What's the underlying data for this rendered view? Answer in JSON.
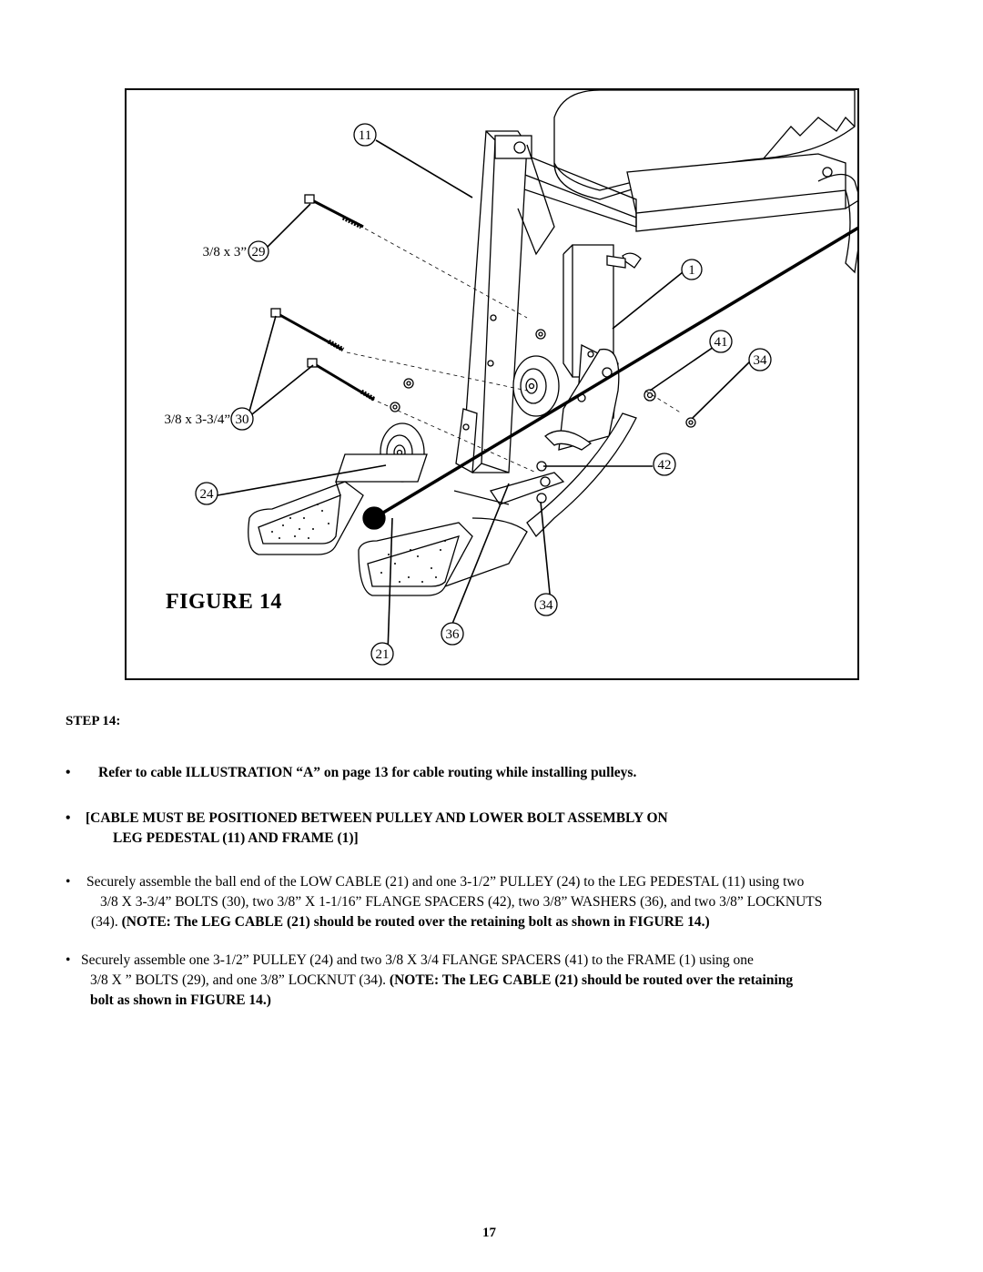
{
  "figure": {
    "title": "FIGURE 14",
    "callouts": {
      "c11": "11",
      "c29_label": "3/8 x 3”",
      "c29": "29",
      "c1": "1",
      "c41": "41",
      "c34a": "34",
      "c30_label": "3/8 x 3-3/4”",
      "c30": "30",
      "c42": "42",
      "c24": "24",
      "c34b": "34",
      "c36": "36",
      "c21": "21"
    }
  },
  "step": {
    "heading": "STEP 14:",
    "bullet_char": "•",
    "b1": "Refer to cable ILLUSTRATION “A” on page 13 for cable routing while installing pulleys.",
    "b2_line1": "[CABLE MUST BE POSITIONED BETWEEN PULLEY AND LOWER BOLT ASSEMBLY ON",
    "b2_line2": "LEG PEDESTAL (11) AND FRAME (1)]",
    "b3_line1": "Securely assemble the ball end of the LOW CABLE (21) and one 3-1/2” PULLEY (24) to the LEG PEDESTAL (11) using two",
    "b3_line2": "3/8 X 3-3/4” BOLTS (30), two 3/8” X 1-1/16” FLANGE SPACERS (42), two 3/8” WASHERS (36), and two 3/8” LOCKNUTS",
    "b3_line3_a": "(34).",
    "b3_line3_b": "(NOTE: The LEG CABLE (21) should be routed over the retaining bolt as shown in FIGURE 14.)",
    "b4_line1": "Securely assemble one 3-1/2” PULLEY (24) and two 3/8 X 3/4 FLANGE SPACERS (41) to the FRAME (1) using one",
    "b4_line2_a": "3/8 X ” BOLTS (29), and one 3/8” LOCKNUT (34).",
    "b4_line2_b": "(NOTE: The LEG CABLE (21) should be routed over the retaining",
    "b4_line3": "bolt as shown in FIGURE 14.)"
  },
  "page_number": "17"
}
